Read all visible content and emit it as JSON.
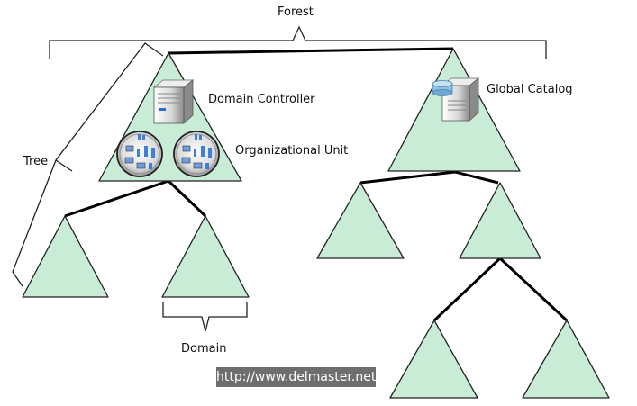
{
  "labels": {
    "forest": "Forest",
    "tree": "Tree",
    "domain": "Domain",
    "domain_controller": "Domain Controller",
    "global_catalog": "Global Catalog",
    "organizational_unit": "Organizational Unit"
  },
  "watermark": "http://www.delmaster.net",
  "colors": {
    "domain_fill": "#c9ecd6",
    "domain_stroke": "#222222",
    "link": "#000000",
    "watermark_bg": "#6e6e6e"
  },
  "icons": [
    "server-icon",
    "global-catalog-server-icon",
    "organizational-unit-icon"
  ]
}
